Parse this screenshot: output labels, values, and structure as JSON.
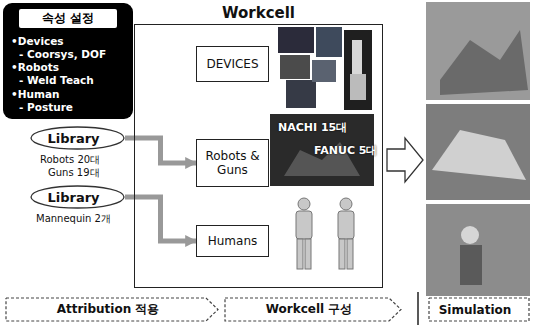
{
  "diagram": {
    "nodes": [
      {
        "text": [
          "속성 설정",
          "•Devices",
          "- Coorsys, DOF",
          "•Robots",
          "- Weld Teach",
          "•Human",
          "- Posture"
        ]
      },
      {
        "text": [
          "Library"
        ]
      },
      {
        "text": [
          "Library"
        ]
      },
      {
        "text": [
          "Workcell"
        ]
      },
      {
        "text": [
          "DEVICES"
        ],
        "in": 3
      },
      {
        "text": [
          "Robots & Guns"
        ],
        "in": 3
      },
      {
        "text": [
          "Humans"
        ],
        "in": 3
      },
      {
        "text": [
          "Attribution 적용"
        ]
      },
      {
        "text": [
          "Workcell 구성"
        ]
      },
      {
        "text": [
          "Simulation"
        ]
      }
    ],
    "edges": [
      {
        "from": 1,
        "to": 5,
        "arrow": "to"
      },
      {
        "from": 2,
        "to": 6,
        "arrow": "to"
      }
    ],
    "labels": [
      "Robots 20대",
      "Guns 19대",
      "Mannequin 2개",
      "NACHI 15대",
      "FANUC 5대"
    ]
  }
}
